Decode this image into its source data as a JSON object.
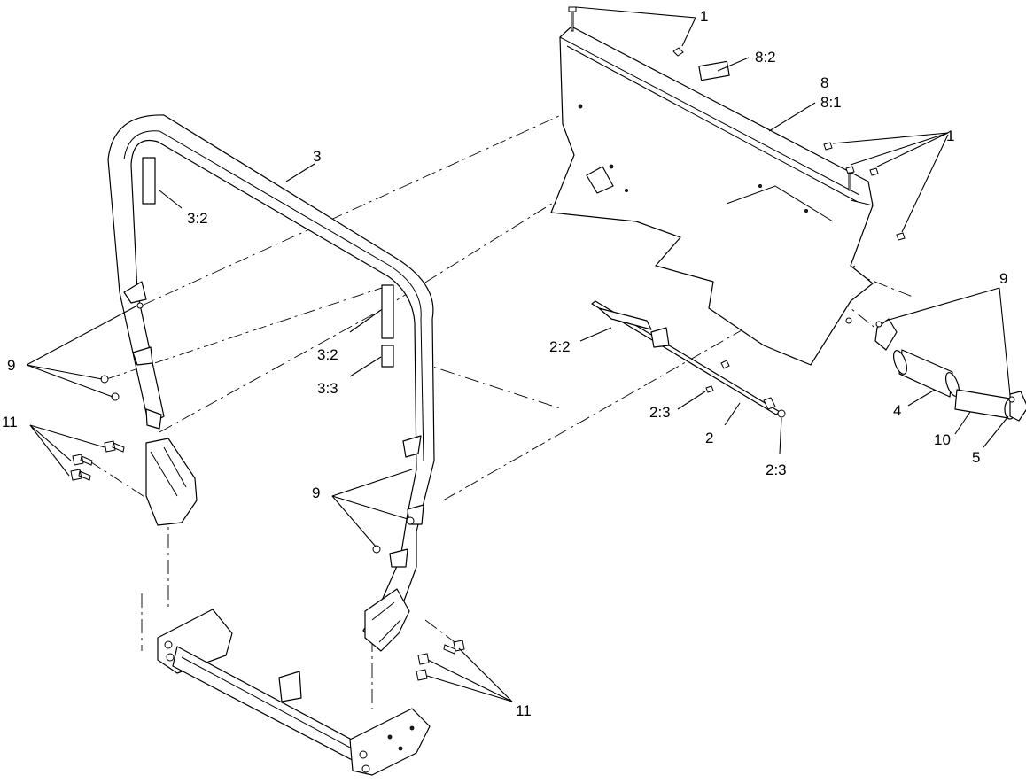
{
  "callouts": {
    "c1_top": "1",
    "c8_2": "8:2",
    "c8": "8",
    "c8_1": "8:1",
    "c1_right": "1",
    "c3": "3",
    "c3_2_upper": "3:2",
    "c9_right": "9",
    "c9_left": "9",
    "c3_2_lower": "3:2",
    "c3_3": "3:3",
    "c2_2": "2:2",
    "c2_3_left": "2:3",
    "c2": "2",
    "c4": "4",
    "c10": "10",
    "c5": "5",
    "c2_3_right": "2:3",
    "c11_left": "11",
    "c9_mid": "9",
    "c11_bottom": "11"
  }
}
